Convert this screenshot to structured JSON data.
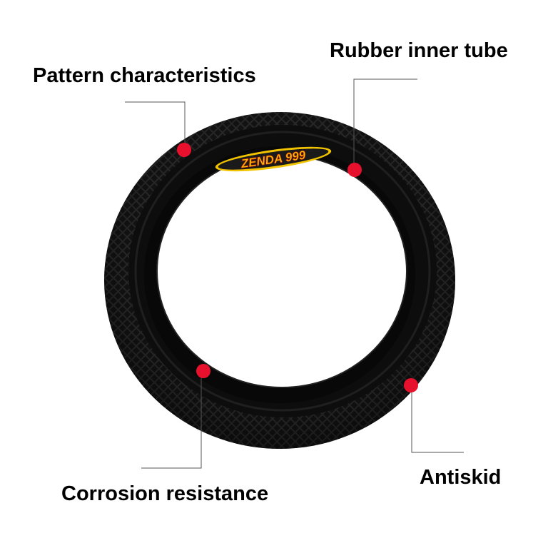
{
  "labels": {
    "pattern": "Pattern characteristics",
    "inner_tube": "Rubber inner tube",
    "corrosion": "Corrosion resistance",
    "antiskid": "Antiskid"
  },
  "tire": {
    "brand": "ZENDA 999"
  },
  "colors": {
    "marker": "#e8112d",
    "tire": "#111111",
    "brand_text": "#f2c400",
    "brand_outline": "#d81e05",
    "leader_line": "#555555"
  }
}
